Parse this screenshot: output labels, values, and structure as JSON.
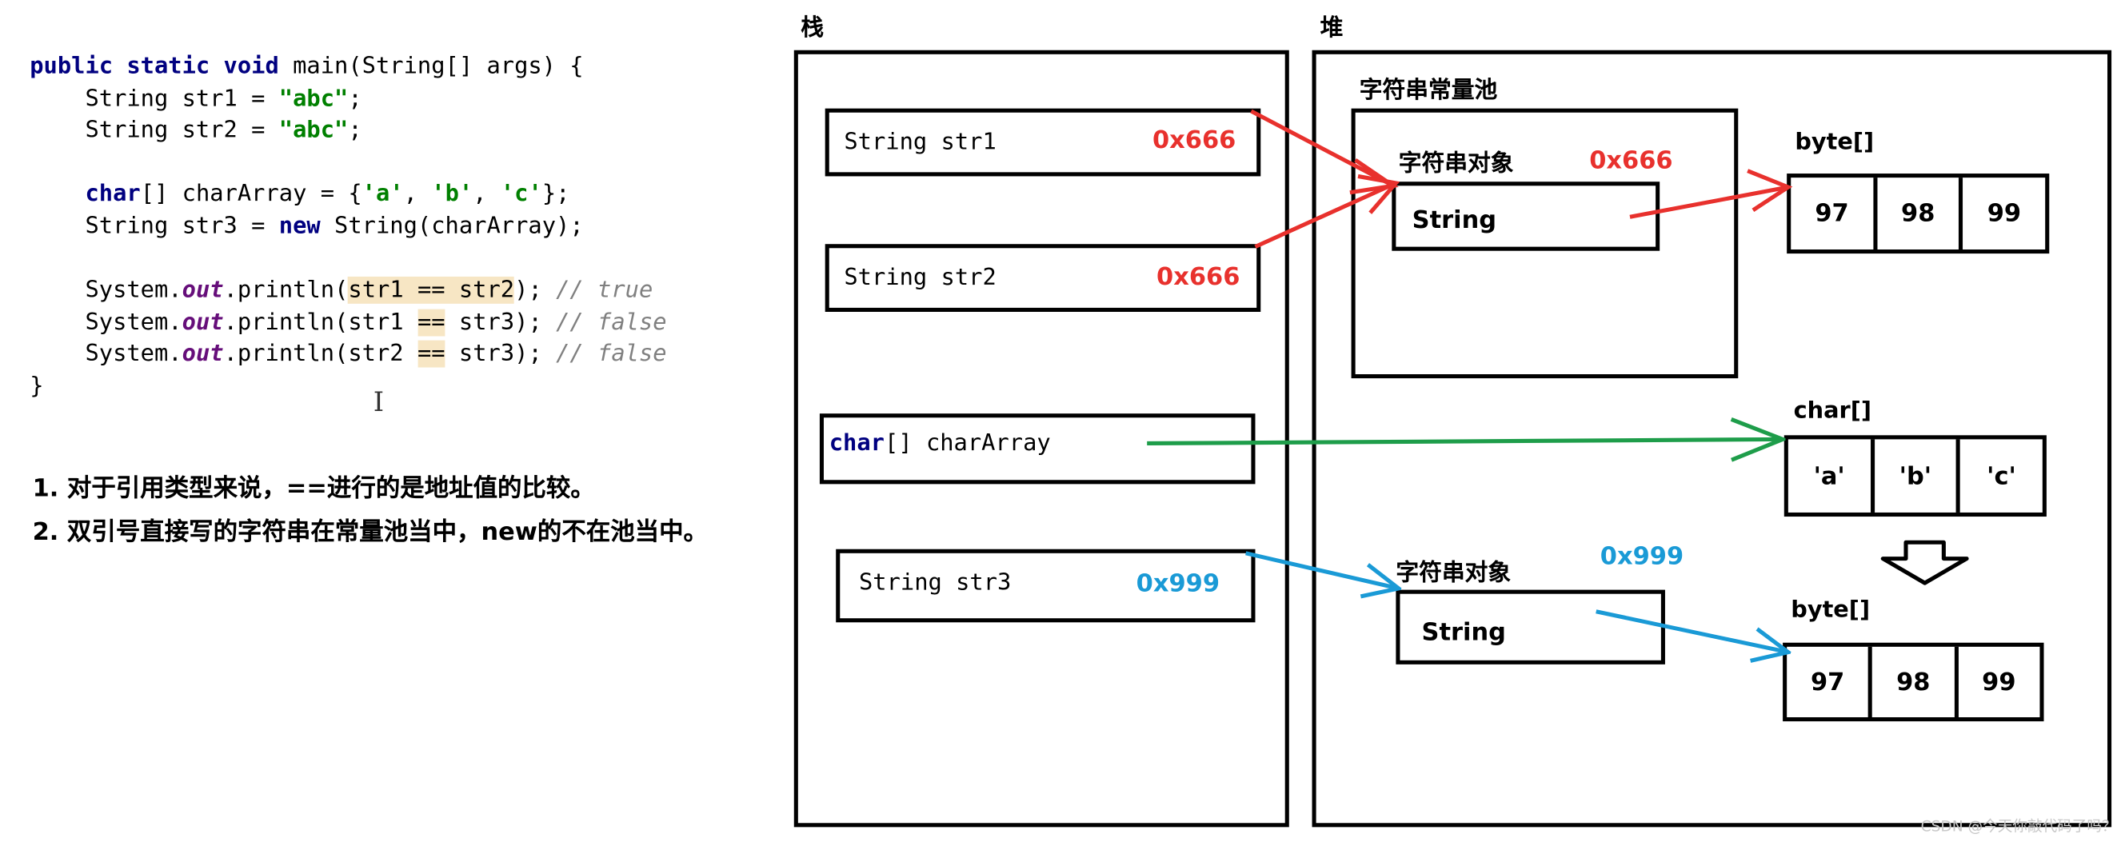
{
  "code_lines": [
    [
      [
        "kw",
        "public static void "
      ],
      [
        "",
        "main(String[] args) {"
      ]
    ],
    [
      [
        "",
        "    String str1 = "
      ],
      [
        "str",
        "\"abc\""
      ],
      [
        "",
        ";"
      ]
    ],
    [
      [
        "",
        "    String str2 = "
      ],
      [
        "str",
        "\"abc\""
      ],
      [
        "",
        ";"
      ]
    ],
    [
      [
        "",
        ""
      ]
    ],
    [
      [
        "kw",
        "    char"
      ],
      [
        "",
        "[] charArray = {"
      ],
      [
        "str",
        "'a'"
      ],
      [
        "",
        ", "
      ],
      [
        "str",
        "'b'"
      ],
      [
        "",
        ", "
      ],
      [
        "str",
        "'c'"
      ],
      [
        "",
        "};"
      ]
    ],
    [
      [
        "",
        "    String str3 = "
      ],
      [
        "kw",
        "new "
      ],
      [
        "",
        "String(charArray);"
      ]
    ],
    [
      [
        "",
        ""
      ]
    ],
    [
      [
        "",
        "    System."
      ],
      [
        "fld",
        "out"
      ],
      [
        "",
        ".println("
      ],
      [
        "hl",
        "str1 == str2"
      ],
      [
        "",
        "); "
      ],
      [
        "cmt",
        "// true"
      ]
    ],
    [
      [
        "",
        "    System."
      ],
      [
        "fld",
        "out"
      ],
      [
        "",
        ".println(str1 "
      ],
      [
        "hl",
        "=="
      ],
      [
        "",
        " str3); "
      ],
      [
        "cmt",
        "// false"
      ]
    ],
    [
      [
        "",
        "    System."
      ],
      [
        "fld",
        "out"
      ],
      [
        "",
        ".println(str2 "
      ],
      [
        "hl",
        "=="
      ],
      [
        "",
        " str3); "
      ],
      [
        "cmt",
        "// false"
      ]
    ],
    [
      [
        "",
        "}"
      ]
    ]
  ],
  "cursor_glyph": "I",
  "notes": [
    "1. 对于引用类型来说，==进行的是地址值的比较。",
    "2. 双引号直接写的字符串在常量池当中，new的不在池当中。"
  ],
  "stack": {
    "title": "栈",
    "str1": {
      "decl": "String str1",
      "addr": "0x666"
    },
    "str2": {
      "decl": "String str2",
      "addr": "0x666"
    },
    "charArray": {
      "type": "char",
      "rest": "[] charArray"
    },
    "str3": {
      "decl": "String str3",
      "addr": "0x999"
    }
  },
  "heap": {
    "title": "堆",
    "pool_title": "字符串常量池",
    "obj1": {
      "title": "字符串对象",
      "addr": "0x666",
      "inner": "String"
    },
    "bytes1": {
      "title": "byte[]",
      "cells": [
        "97",
        "98",
        "99"
      ]
    },
    "chars": {
      "title": "char[]",
      "cells": [
        "'a'",
        "'b'",
        "'c'"
      ]
    },
    "obj2": {
      "title": "字符串对象",
      "addr": "0x999",
      "inner": "String"
    },
    "bytes2": {
      "title": "byte[]",
      "cells": [
        "97",
        "98",
        "99"
      ]
    }
  },
  "watermark": "CSDN @今天你敲代码了吗？",
  "colors": {
    "red": "#e8312d",
    "green": "#1e9d4a",
    "blue": "#1a9ad6",
    "keyword": "#000080",
    "string": "#008000",
    "field": "#660e7a",
    "comment": "#808080",
    "highlight": "#f7e6c4"
  }
}
